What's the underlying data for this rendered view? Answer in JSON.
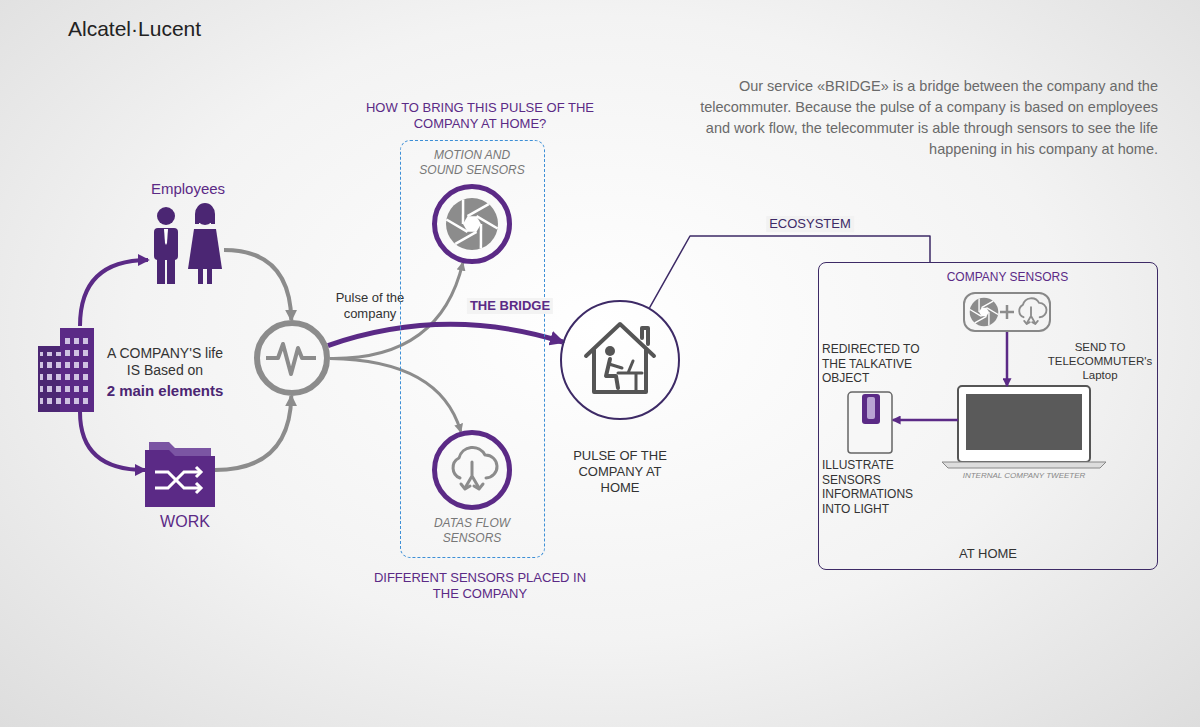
{
  "diagram": {
    "nodes": [
      {
        "text": [
          "A COMPANY'S life IS Based on",
          "2 main elements"
        ]
      },
      {
        "text": [
          "Employees"
        ]
      },
      {
        "text": [
          "WORK"
        ]
      },
      {
        "text": [
          "Pulse of the company"
        ]
      },
      {
        "text": [
          "HOW TO BRING THIS PULSE OF THE COMPANY AT HOME?",
          "DIFFERENT SENSORS PLACED IN THE COMPANY"
        ]
      },
      {
        "text": [
          "MOTION AND SOUND SENSORS"
        ],
        "in": 4
      },
      {
        "text": [
          "DATAS FLOW SENSORS"
        ],
        "in": 4
      },
      {
        "text": [
          "PULSE OF THE COMPANY AT HOME"
        ]
      },
      {
        "text": [
          "AT HOME"
        ]
      },
      {
        "text": [
          "COMPANY SENSORS"
        ],
        "in": 8
      },
      {
        "text": [
          "SEND TO TELECOMMUTER's Laptop",
          "INTERNAL COMPANY TWEETER"
        ],
        "in": 8
      },
      {
        "text": [
          "REDIRECTED TO THE TALKATIVE OBJECT",
          "ILLUSTRATE SENSORS INFORMATIONS INTO LIGHT"
        ],
        "in": 8
      }
    ],
    "edges": [
      {
        "from": 0,
        "to": 1,
        "arrow": "to"
      },
      {
        "from": 0,
        "to": 2,
        "arrow": "to"
      },
      {
        "from": 1,
        "to": 3,
        "arrow": "to"
      },
      {
        "from": 2,
        "to": 3,
        "arrow": "to"
      },
      {
        "from": 3,
        "to": 5,
        "arrow": "to"
      },
      {
        "from": 3,
        "to": 6,
        "arrow": "to"
      },
      {
        "from": 3,
        "to": 7,
        "label": "THE BRIDGE",
        "arrow": "to"
      },
      {
        "from": 7,
        "to": 8,
        "label": "ECOSYSTEM",
        "arrow": "none"
      },
      {
        "from": 9,
        "to": 10,
        "arrow": "to"
      },
      {
        "from": 10,
        "to": 11,
        "arrow": "to"
      }
    ],
    "labels": [
      "Alcatel·Lucent",
      "Our service «BRIDGE» is a bridge between the company and the telecommuter. Because the pulse of a company is based on employees and work flow, the telecommuter is able through sensors to see the life happening in his company at home."
    ]
  }
}
